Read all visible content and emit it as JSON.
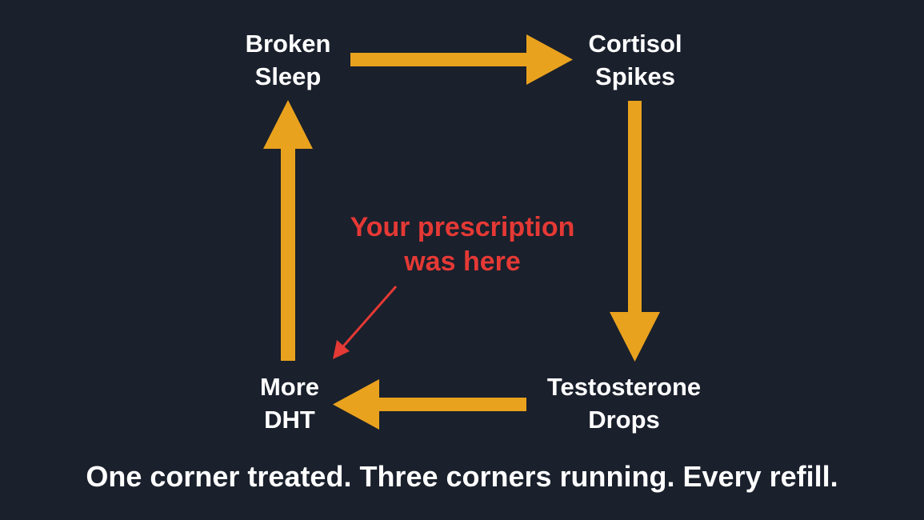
{
  "diagram": {
    "nodes": {
      "broken_sleep": {
        "line1": "Broken",
        "line2": "Sleep"
      },
      "cortisol_spikes": {
        "line1": "Cortisol",
        "line2": "Spikes"
      },
      "testosterone_drops": {
        "line1": "Testosterone",
        "line2": "Drops"
      },
      "more_dht": {
        "line1": "More",
        "line2": "DHT"
      }
    },
    "callout": {
      "line1": "Your prescription",
      "line2": "was here"
    },
    "caption": "One corner treated. Three corners running. Every refill."
  },
  "colors": {
    "background": "#1a202c",
    "cycle_arrow": "#e9a21e",
    "callout": "#e53935",
    "text": "#ffffff"
  }
}
